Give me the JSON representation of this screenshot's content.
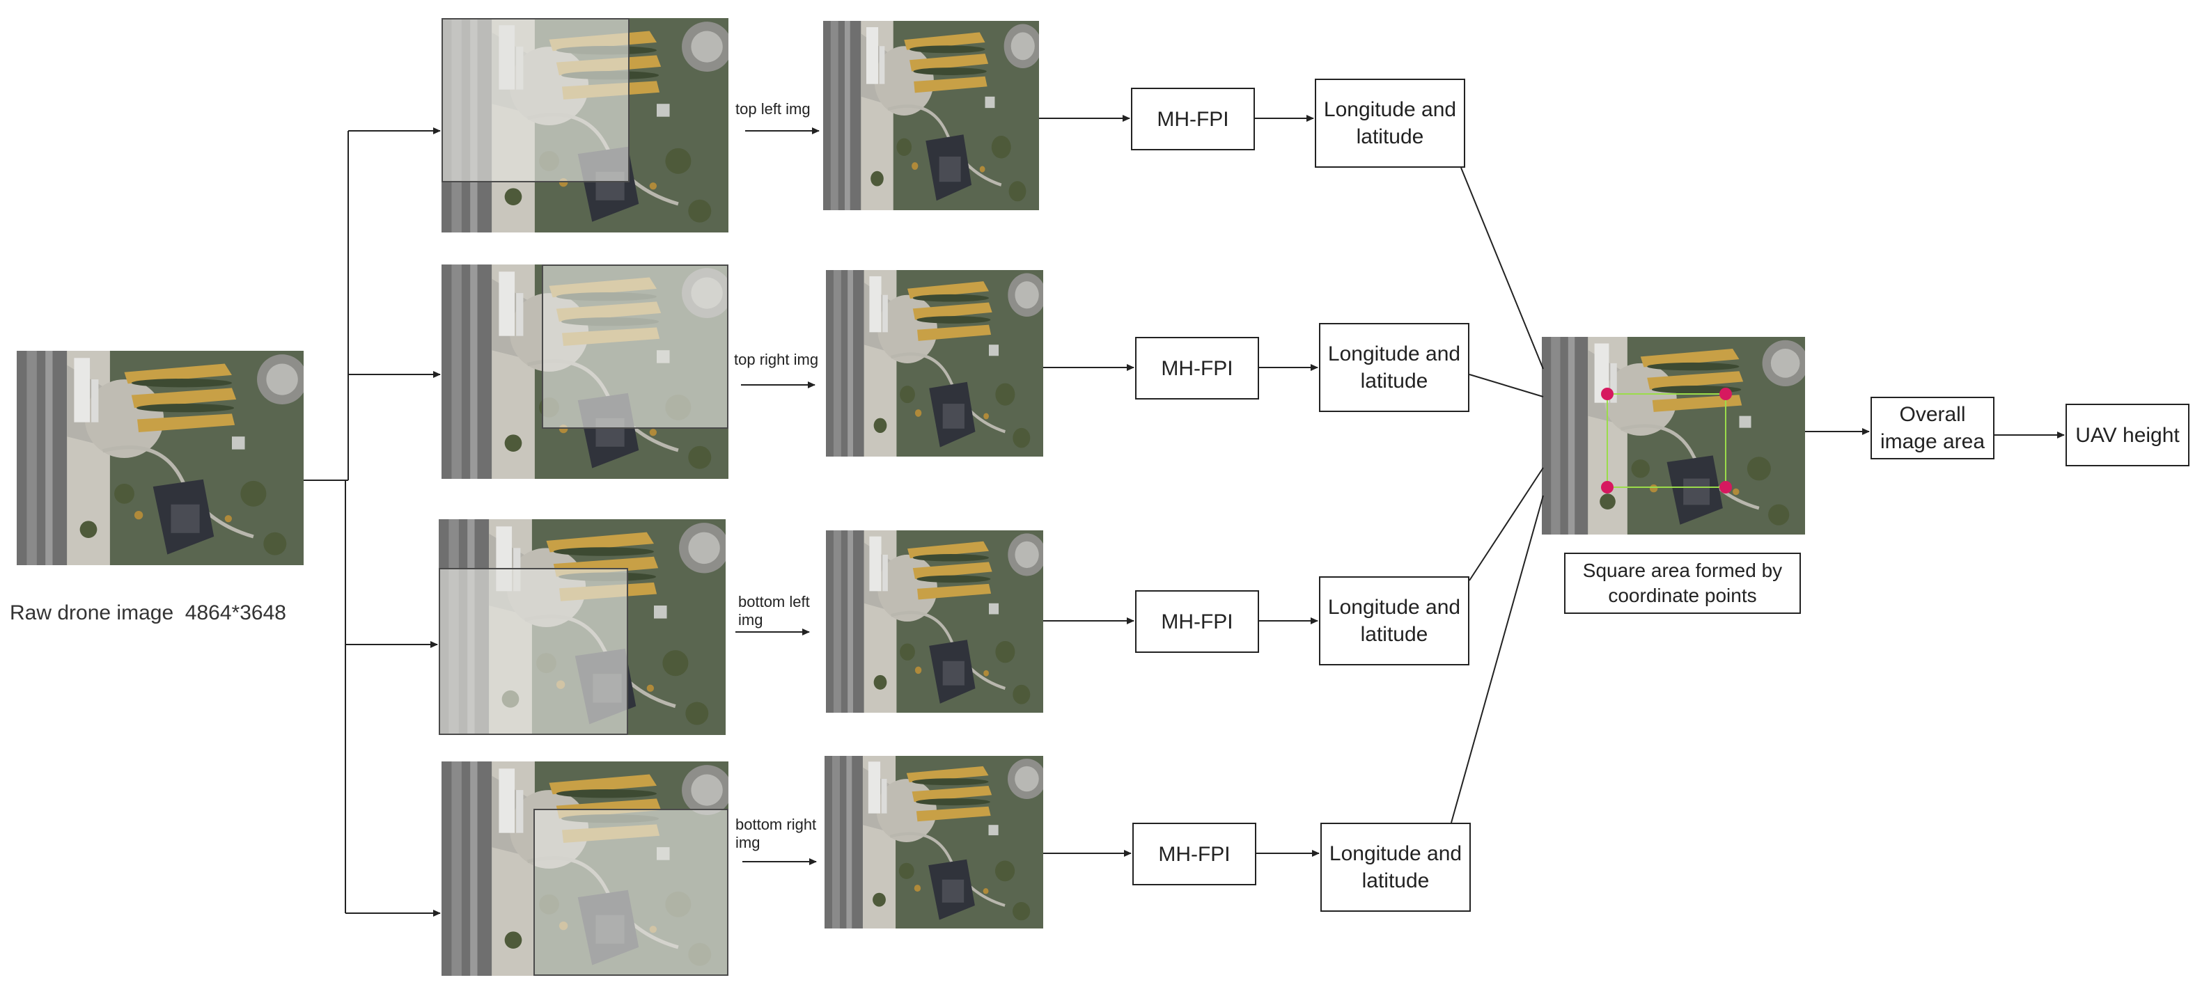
{
  "raw_image": {
    "caption": "Raw drone image  4864*3648"
  },
  "branches": [
    {
      "label": "top left img",
      "model": "MH-FPI",
      "output": "Longitude and latitude"
    },
    {
      "label": "top right img",
      "model": "MH-FPI",
      "output": "Longitude and latitude"
    },
    {
      "label": "bottom left img",
      "model": "MH-FPI",
      "output": "Longitude and latitude"
    },
    {
      "label": "bottom right img",
      "model": "MH-FPI",
      "output": "Longitude and latitude"
    }
  ],
  "merged": {
    "caption": "Square area formed by coordinate points"
  },
  "area_box": "Overall image area",
  "height_box": "UAV height",
  "colors": {
    "points": "#d6195f",
    "square": "#9bdc4a",
    "line": "#222222"
  }
}
